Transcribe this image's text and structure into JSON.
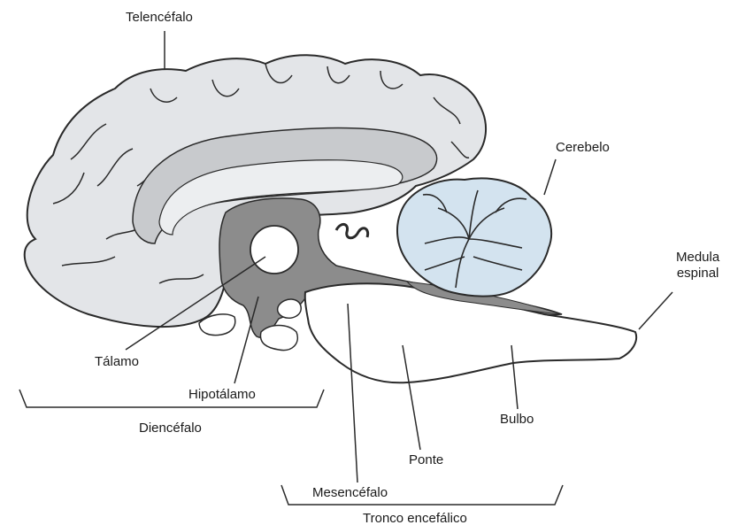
{
  "labels": {
    "telencefalo": "Telencéfalo",
    "cerebelo": "Cerebelo",
    "medula_line1": "Medula",
    "medula_line2": "espinal",
    "talamo": "Tálamo",
    "hipotalamo": "Hipotálamo",
    "diencefalo": "Diencéfalo",
    "ponte": "Ponte",
    "bulbo": "Bulbo",
    "mesencefalo": "Mesencéfalo",
    "tronco": "Tronco encefálico"
  },
  "colors": {
    "cortex": "#e3e5e8",
    "cortex_inner": "#c8cacd",
    "corpus": "#d6d8db",
    "diencephalon": "#8c8c8c",
    "cerebellum": "#d3e3ef",
    "brainstem": "#ffffff",
    "outline": "#2a2a2a"
  }
}
